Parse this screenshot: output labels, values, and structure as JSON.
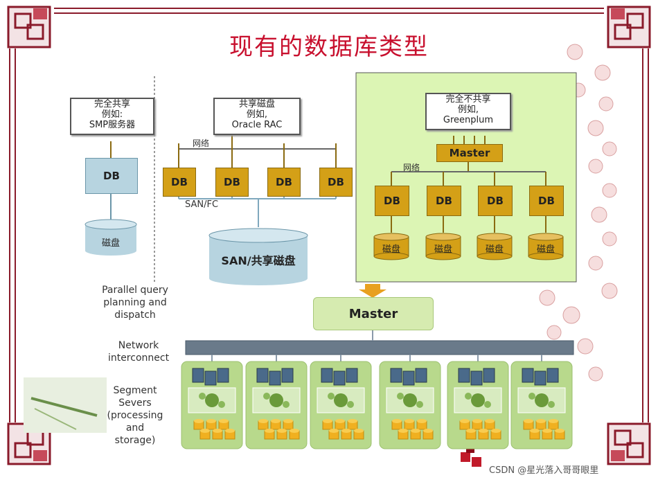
{
  "title": "现有的数据库类型",
  "smp": {
    "line1": "完全共享",
    "line2": "例如:",
    "line3": "SMP服务器",
    "db": "DB",
    "disk": "磁盘"
  },
  "rac": {
    "line1": "共享磁盘",
    "line2": "例如,",
    "line3": "Oracle RAC",
    "network": "网络",
    "dbs": [
      "DB",
      "DB",
      "DB",
      "DB"
    ],
    "san_fc": "SAN/FC",
    "san_disk": "SAN/共享磁盘"
  },
  "gp": {
    "line1": "完全不共享",
    "line2": "例如,",
    "line3": "Greenplum",
    "master": "Master",
    "network": "网络",
    "dbs": [
      "DB",
      "DB",
      "DB",
      "DB"
    ],
    "disks": [
      "磁盘",
      "磁盘",
      "磁盘",
      "磁盘"
    ]
  },
  "arch": {
    "master": "Master",
    "parallel": [
      "Parallel query",
      "planning and",
      "dispatch"
    ],
    "network": [
      "Network",
      "interconnect"
    ],
    "segment": [
      "Segment",
      "Severs",
      "(processing",
      "and",
      "storage)"
    ]
  },
  "watermark": "CSDN @星光落入哥哥眼里",
  "colors": {
    "title": "#c8102e",
    "gold": "#d4a017",
    "blue": "#b7d4e0",
    "panel": "#dcf5b4",
    "segment": "#b8d98c",
    "border": "#8a1a2a"
  }
}
